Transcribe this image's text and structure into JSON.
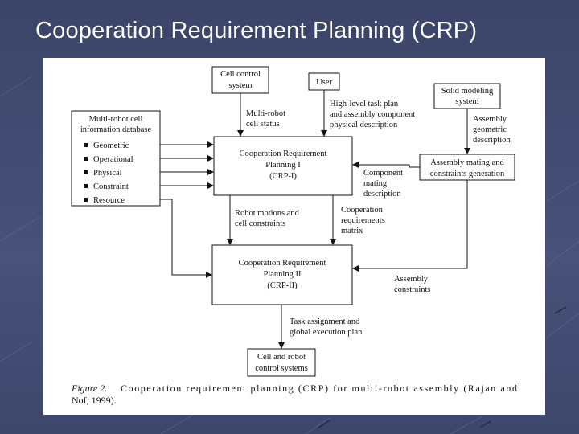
{
  "slide": {
    "title": "Cooperation Requirement Planning (CRP)"
  },
  "diagram": {
    "cell_control": [
      "Cell control",
      "system"
    ],
    "user": "User",
    "solid_modeling": [
      "Solid modeling",
      "system"
    ],
    "database": {
      "title": [
        "Multi-robot cell",
        "information database"
      ],
      "items": [
        "Geometric",
        "Operational",
        "Physical",
        "Constraint",
        "Resource"
      ]
    },
    "crp1": [
      "Cooperation Requirement",
      "Planning I",
      "(CRP-I)"
    ],
    "crp2": [
      "Cooperation Requirement",
      "Planning II",
      "(CRP-II)"
    ],
    "assembly_mating": [
      "Assembly mating and",
      "constraints generation"
    ],
    "cell_robot": [
      "Cell and robot",
      "control systems"
    ],
    "labels": {
      "multi_robot_status": [
        "Multi-robot",
        "cell status"
      ],
      "high_level": [
        "High-level task plan",
        "and assembly component",
        "physical description"
      ],
      "assembly_geometric": [
        "Assembly",
        "geometric",
        "description"
      ],
      "component_mating": [
        "Component",
        "mating",
        "description"
      ],
      "robot_motions": [
        "Robot motions and",
        "cell constraints"
      ],
      "coop_matrix": [
        "Cooperation",
        "requirements",
        "matrix"
      ],
      "assembly_constraints": [
        "Assembly",
        "constraints"
      ],
      "task_assignment": [
        "Task assignment and",
        "global execution plan"
      ]
    },
    "caption": {
      "label": "Figure 2.",
      "line1": "Cooperation requirement planning (CRP) for multi-robot assembly (Rajan and",
      "line2": "Nof, 1999)."
    }
  }
}
